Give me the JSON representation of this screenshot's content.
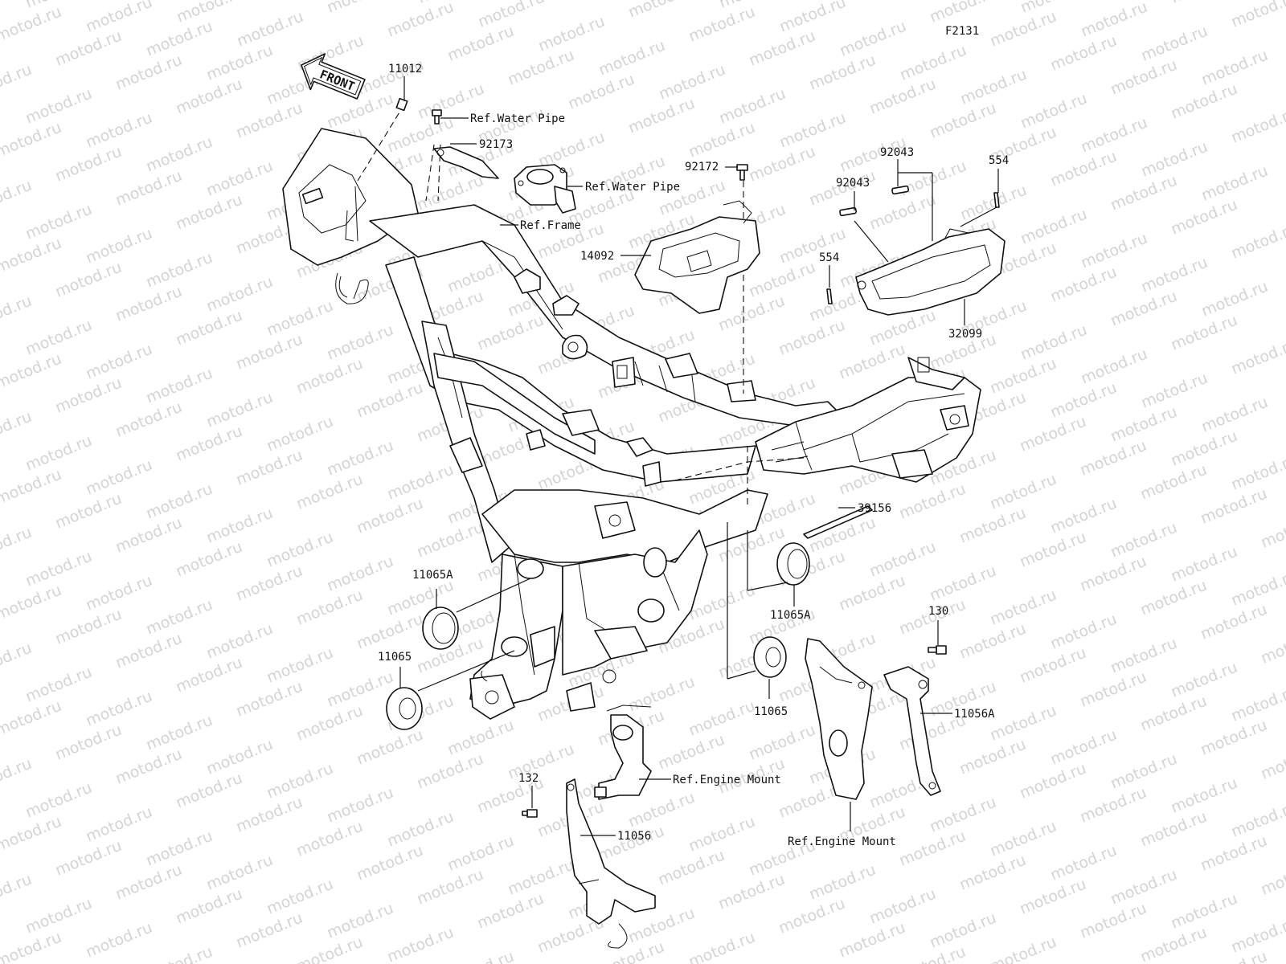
{
  "diagram": {
    "code": "F2131",
    "front_arrow": "FRONT",
    "watermark": "motod.ru",
    "labels": {
      "p11012": "11012",
      "ref_water_pipe_1": "Ref.Water Pipe",
      "p92173": "92173",
      "ref_water_pipe_2": "Ref.Water Pipe",
      "ref_frame": "Ref.Frame",
      "p92172": "92172",
      "p14092": "14092",
      "p92043_a": "92043",
      "p92043_b": "92043",
      "p554_a": "554",
      "p554_b": "554",
      "p32099": "32099",
      "p39156": "39156",
      "p11065A_a": "11065A",
      "p11065A_b": "11065A",
      "p11065_a": "11065",
      "p11065_b": "11065",
      "p130": "130",
      "p11056A": "11056A",
      "p132": "132",
      "ref_engine_mount_1": "Ref.Engine Mount",
      "p11056": "11056",
      "ref_engine_mount_2": "Ref.Engine Mount"
    }
  }
}
